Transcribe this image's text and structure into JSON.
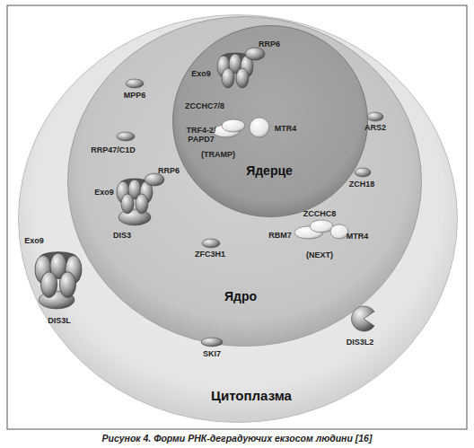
{
  "diagram": {
    "caption": "Рисунок 4. Форми РНК-деградуючих екзосом людини [16]",
    "nodes": [
      {
        "text": [
          "Цитоплазма"
        ]
      },
      {
        "text": [
          "Ядро"
        ],
        "in": 0
      },
      {
        "text": [
          "Ядерце"
        ],
        "in": 1
      }
    ],
    "labels": [
      "Exo9",
      "RRP6",
      "MPP6",
      "ZCCHC7/8",
      "MTR4",
      "TRF4-2/ PAPD7",
      "(TRAMP)",
      "ARS2",
      "RRP47/C1D",
      "ZCH18",
      "Exo9",
      "RRP6",
      "DIS3",
      "ZCCHC8",
      "RBM7",
      "MTR4",
      "(NEXT)",
      "ZFC3H1",
      "Exo9",
      "DIS3L",
      "DIS3L2",
      "SKI7"
    ]
  }
}
